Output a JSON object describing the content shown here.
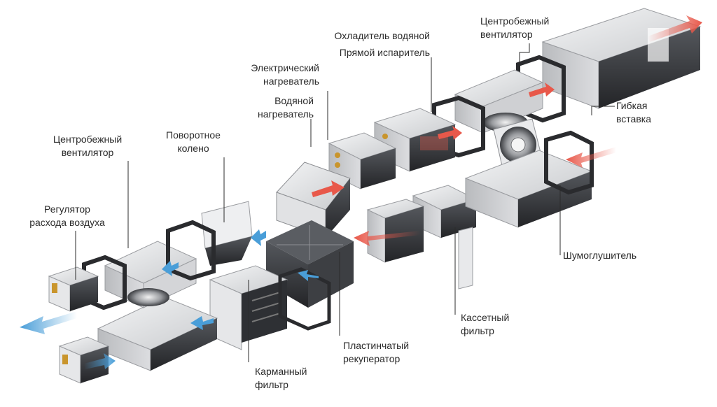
{
  "labels": {
    "fan_right": "Центробежный\nвентилятор",
    "cooler_water": "Охладитель водяной",
    "direct_evaporator": "Прямой испаритель",
    "electric_heater": "Электрический\nнагреватель",
    "water_heater": "Водяной\nнагреватель",
    "flex_insert": "Гибкая\nвставка",
    "fan_left": "Центробежный\nвентилятор",
    "elbow": "Поворотное\nколено",
    "air_regulator": "Регулятор\nрасхода воздуха",
    "silencer": "Шумоглушитель",
    "cassette_filter": "Кассетный\nфильтр",
    "plate_recuperator": "Пластинчатый\nрекуператор",
    "pocket_filter": "Карманный\nфильтр"
  },
  "colors": {
    "supply_air": "#e8584a",
    "exhaust_air": "#4a9ed8",
    "metal_light": "#e4e5e7",
    "metal_dark": "#34363a",
    "leader_line": "#2b2b2b"
  }
}
